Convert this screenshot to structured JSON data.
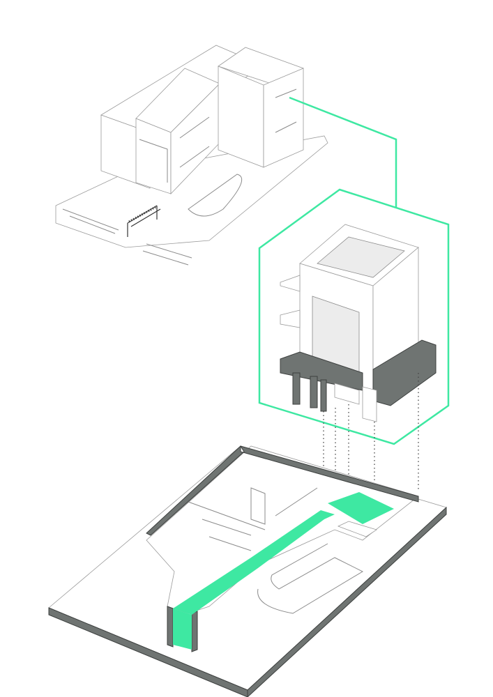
{
  "colors": {
    "accent": "#3ee8a2",
    "wall_section": "#6f7472",
    "outline": "#8a8a8a",
    "background": "#ffffff"
  },
  "diagram": {
    "views": [
      "full-building-axonometric",
      "tower-exploded-axonometric",
      "ground-floor-plan-axonometric"
    ]
  }
}
